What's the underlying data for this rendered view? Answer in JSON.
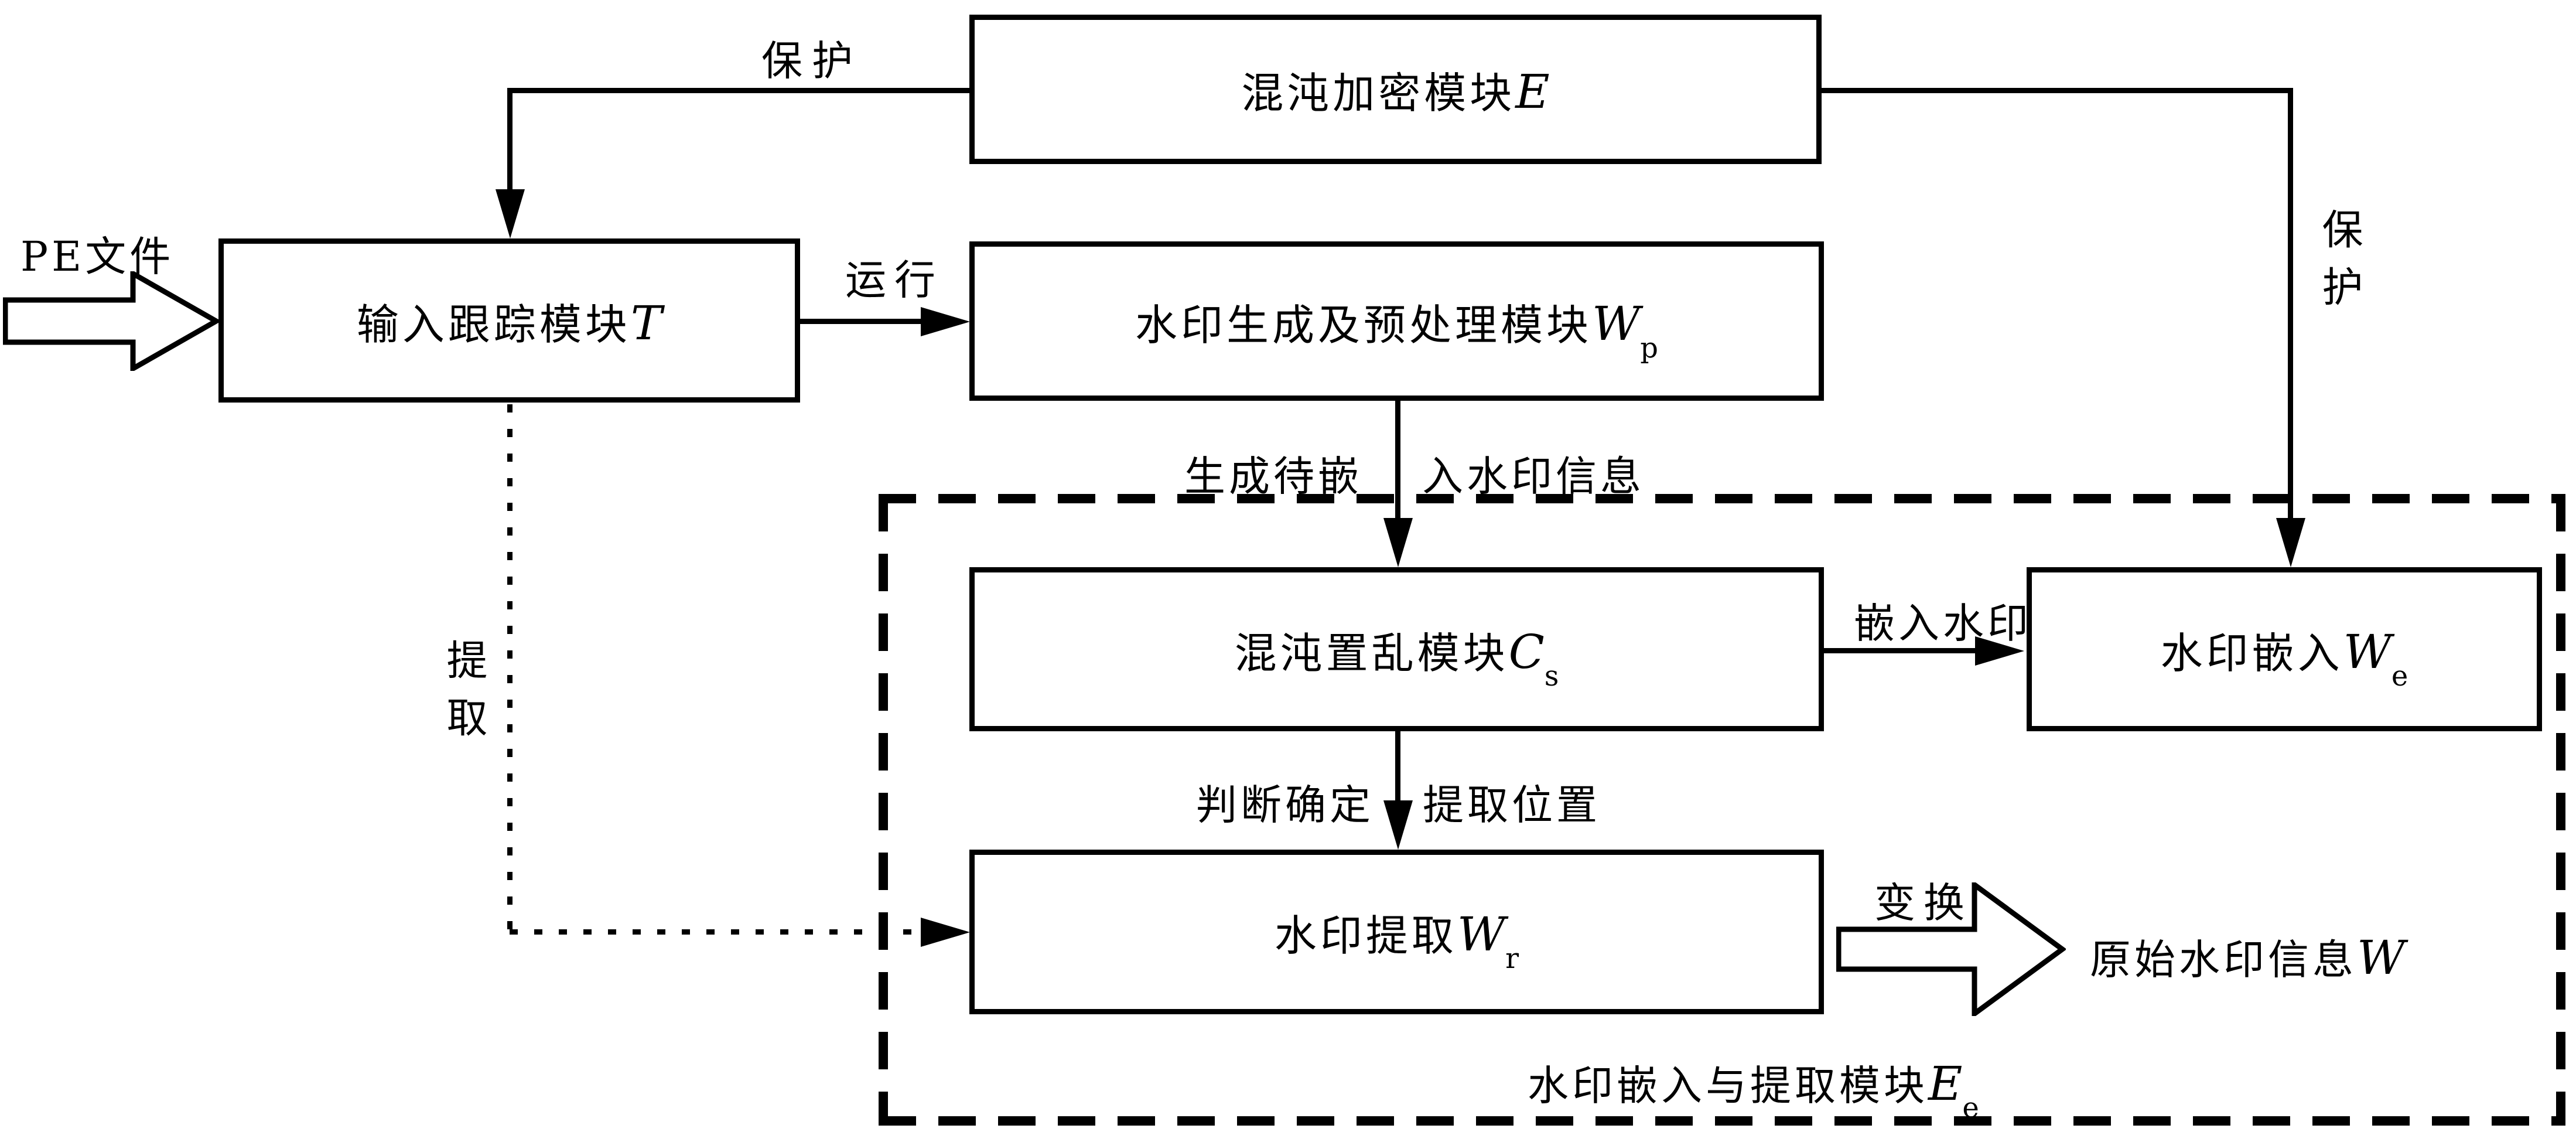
{
  "diagram": {
    "colors": {
      "line": "#000000",
      "background": "#ffffff"
    },
    "boxes": {
      "encrypt": {
        "label": "混沌加密模块",
        "symbol": "E",
        "sub": ""
      },
      "track": {
        "label": "输入跟踪模块",
        "symbol": "T",
        "sub": ""
      },
      "generate": {
        "label": "水印生成及预处理模块",
        "symbol": "W",
        "sub": "p"
      },
      "scramble": {
        "label": "混沌置乱模块",
        "symbol": "C",
        "sub": "s"
      },
      "embed": {
        "label": "水印嵌入",
        "symbol": "W",
        "sub": "e"
      },
      "extract": {
        "label": "水印提取",
        "symbol": "W",
        "sub": "r"
      },
      "container": {
        "label": "水印嵌入与提取模块",
        "symbol": "E",
        "sub": "e"
      }
    },
    "annotations": {
      "pe_file": "PE文件",
      "protect_top": "保护",
      "protect_right": "保护",
      "run": "运行",
      "generate_left": "生成待嵌",
      "generate_right": "入水印信息",
      "embed_watermark": "嵌入水印",
      "judge_left": "判断确定",
      "judge_right": "提取位置",
      "extract_vertical": "提取",
      "transform": "变换",
      "original_label": "原始水印信息",
      "original_symbol": "W"
    }
  }
}
